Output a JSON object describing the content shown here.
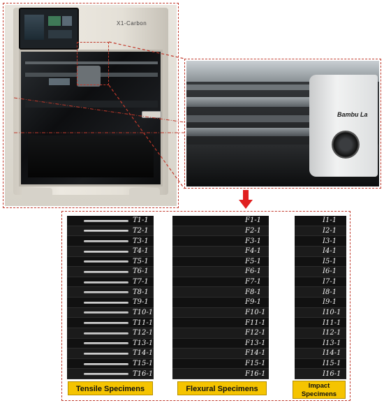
{
  "printer": {
    "brand_text": "X1-Carbon",
    "closeup_brand": "Bambu La"
  },
  "panels": {
    "tensile": {
      "label": "Tensile Specimens",
      "ids": [
        "T1-1",
        "T2-1",
        "T3-1",
        "T4-1",
        "T5-1",
        "T6-1",
        "T7-1",
        "T8-1",
        "T9-1",
        "T10-1",
        "T11-1",
        "T12-1",
        "T13-1",
        "T14-1",
        "T15-1",
        "T16-1"
      ]
    },
    "flexural": {
      "label": "Flexural Specimens",
      "ids": [
        "F1-1",
        "F2-1",
        "F3-1",
        "F4-1",
        "F5-1",
        "F6-1",
        "F7-1",
        "F8-1",
        "F9-1",
        "F10-1",
        "F11-1",
        "F12-1",
        "F13-1",
        "F14-1",
        "F15-1",
        "F16-1"
      ]
    },
    "impact": {
      "label_line1": "Impact",
      "label_line2": "Specimens",
      "ids": [
        "I1-1",
        "I2-1",
        "I3-1",
        "I4-1",
        "I5-1",
        "I6-1",
        "I7-1",
        "I8-1",
        "I9-1",
        "I10-1",
        "I11-1",
        "I12-1",
        "I13-1",
        "I14-1",
        "I15-1",
        "I16-1"
      ]
    }
  },
  "colors": {
    "annotation": "#c0392b",
    "label_bg": "#f5c400"
  }
}
